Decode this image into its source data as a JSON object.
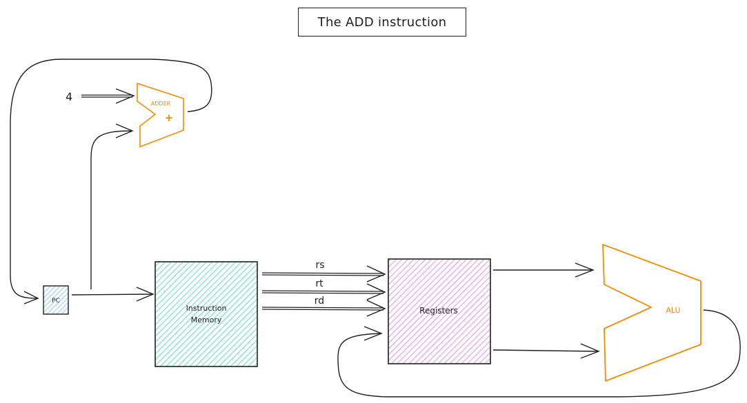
{
  "title": "The ADD instruction",
  "labels": {
    "pc": "PC",
    "constant_four": "4",
    "adder": "ADDER",
    "adder_symbol": "+",
    "instruction_memory_line1": "Instruction",
    "instruction_memory_line2": "Memory",
    "registers": "Registers",
    "alu": "ALU",
    "rs": "rs",
    "rt": "rt",
    "rd": "rd"
  },
  "colors": {
    "stroke": "#1e1e1e",
    "adder_alu": "#f08c00",
    "pc_fill": "#1971c2",
    "pc_hatch": "#74c0fc",
    "instruction_memory_hatch": "#38d9a9",
    "instruction_memory_bg": "#e6fcf5",
    "registers_hatch": "#da77f2",
    "registers_bg": "#f8f0fc"
  }
}
